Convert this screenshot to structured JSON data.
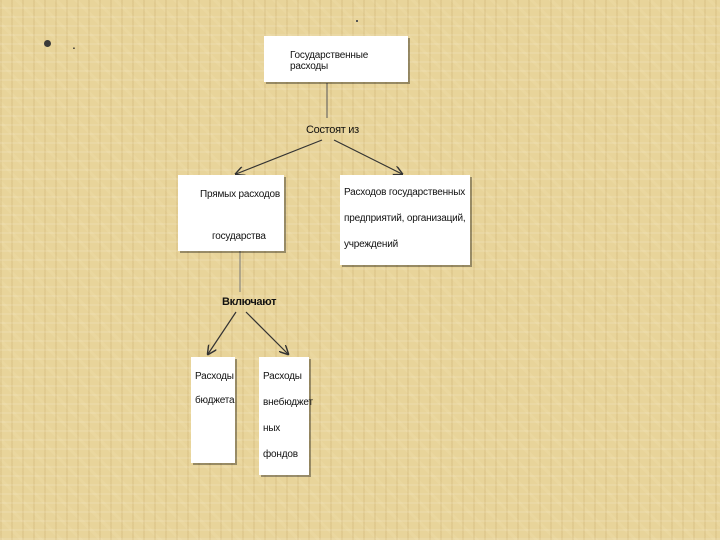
{
  "slide": {
    "bullet_text": "."
  },
  "diagram": {
    "root": "Государственные расходы",
    "consist_label": "Состоят из",
    "left_box": [
      "Прямых расходов",
      "государства"
    ],
    "right_box": [
      "Расходов государственных",
      "предприятий, организаций,",
      "учреждений"
    ],
    "include_label": "Включают",
    "sub_left": [
      "Расходы",
      "бюджета"
    ],
    "sub_right": [
      "Расходы",
      "внебюджет",
      "ных",
      "фондов"
    ]
  },
  "colors": {
    "background": "#e8d49a",
    "box": "#ffffff",
    "line": "#333333"
  }
}
